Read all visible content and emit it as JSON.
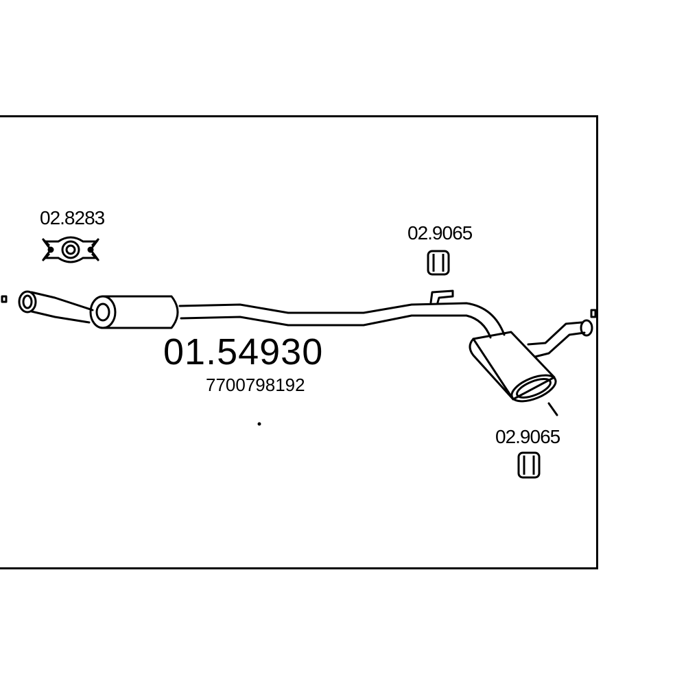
{
  "diagram": {
    "part_number": "01.54930",
    "oem_number": "7700798192",
    "accessories": [
      {
        "ref": "02.8283",
        "icon": "flange-gasket-icon"
      },
      {
        "ref": "02.9065",
        "icon": "rubber-hanger-icon"
      },
      {
        "ref": "02.9065",
        "icon": "rubber-hanger-icon"
      }
    ]
  }
}
